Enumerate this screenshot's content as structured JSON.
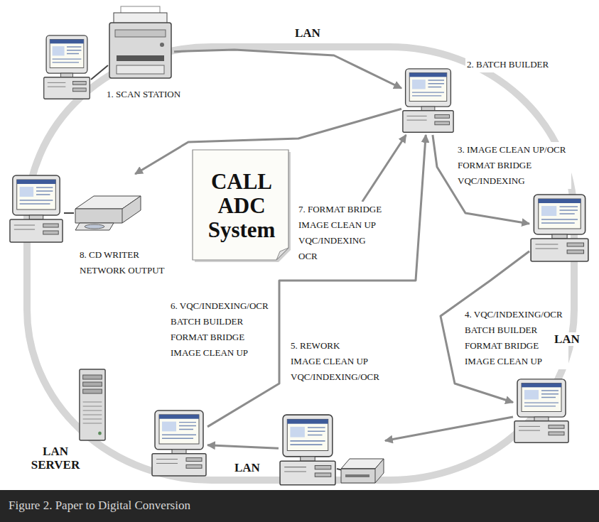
{
  "diagram": {
    "caption": "Figure 2. Paper to Digital Conversion",
    "nodes": [
      {
        "text": [
          "1. SCAN STATION"
        ]
      },
      {
        "text": [
          "2. BATCH BUILDER"
        ]
      },
      {
        "text": [
          "3. IMAGE CLEAN UP/OCR FORMAT BRIDGE VQC/INDEXING"
        ]
      },
      {
        "text": [
          "4. VQC/INDEXING/OCR BATCH BUILDER FORMAT BRIDGE IMAGE CLEAN UP"
        ]
      },
      {
        "text": [
          "5. REWORK",
          "IMAGE CLEAN UP VQC/INDEXING/OCR"
        ]
      },
      {
        "text": [
          "6. VQC/INDEXING/OCR BATCH BUILDER FORMAT BRIDGE IMAGE CLEAN UP"
        ]
      },
      {
        "text": [
          "7. FORMAT BRIDGE IMAGE CLEAN UP VQC/INDEXING OCR"
        ]
      },
      {
        "text": [
          "8. CD WRITER NETWORK OUTPUT"
        ]
      },
      {
        "text": [
          "CALL ADC System"
        ]
      }
    ],
    "edges": [
      {
        "from": 0,
        "to": 1,
        "arrow": "to"
      },
      {
        "from": 1,
        "to": 2,
        "arrow": "to"
      },
      {
        "from": 2,
        "to": 3,
        "arrow": "to"
      },
      {
        "from": 3,
        "to": 4,
        "arrow": "to"
      },
      {
        "from": 4,
        "to": 5,
        "arrow": "to"
      },
      {
        "from": 5,
        "to": 1,
        "arrow": "to"
      },
      {
        "from": 6,
        "to": 1,
        "arrow": "to"
      },
      {
        "from": 1,
        "to": 7,
        "arrow": "to"
      }
    ],
    "labels": [
      "LAN",
      "LAN",
      "LAN",
      "LAN SERVER"
    ]
  }
}
